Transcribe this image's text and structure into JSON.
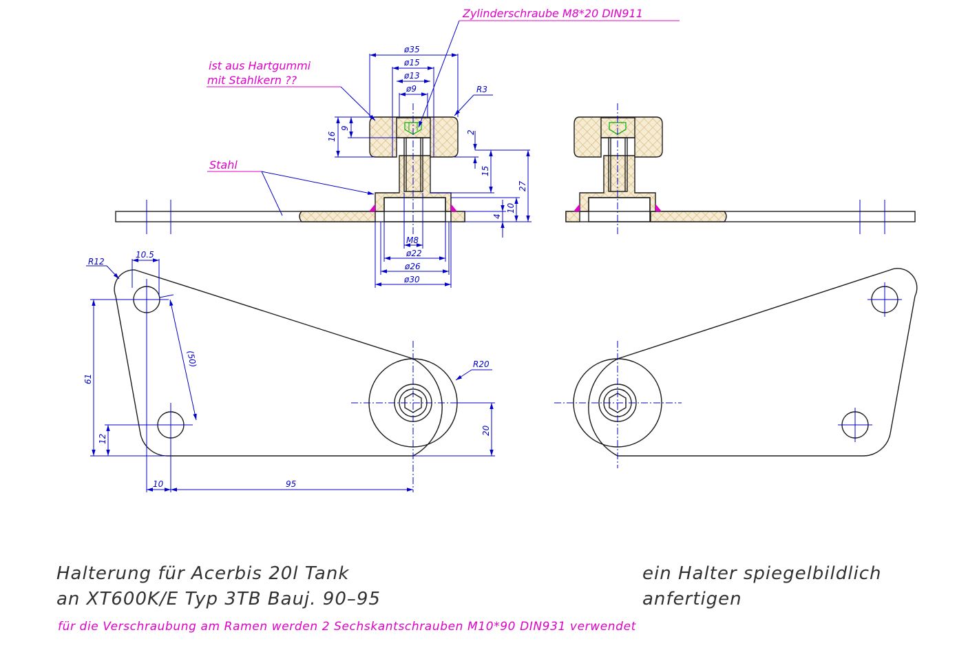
{
  "callouts": {
    "screw": "Zylinderschraube M8*20 DIN911",
    "rubber_line1": "ist aus Hartgummi",
    "rubber_line2": "mit Stahlkern ??",
    "steel": "Stahl"
  },
  "dimensions": {
    "d35": "ø35",
    "d15": "ø15",
    "d13": "ø13",
    "d9": "ø9",
    "r3": "R3",
    "h16": "16",
    "h9": "9",
    "h2": "2",
    "h15": "15",
    "h27": "27",
    "h10": "10",
    "h4": "4",
    "m8": "M8",
    "d22": "ø22",
    "d26": "ø26",
    "d30": "ø30",
    "r12": "R12",
    "w105": "10.5",
    "r20": "R20",
    "l50": "(50)",
    "v61": "61",
    "v12": "12",
    "v20": "20",
    "h10b": "10",
    "h95": "95"
  },
  "title": {
    "line1": "Halterung für Acerbis 20l Tank",
    "line2": "an XT600K/E Typ 3TB Bauj. 90–95",
    "right1": "ein Halter spiegelbildlich",
    "right2": "anfertigen"
  },
  "footer": "für die Verschraubung am Ramen werden 2 Sechskantschrauben M10*90 DIN931 verwendet",
  "colors": {
    "outline": "#1a1a1a",
    "dimension": "#0000c8",
    "annotation": "#e000c8",
    "hatch": "#e8d8b0",
    "bolt": "#00b000"
  }
}
